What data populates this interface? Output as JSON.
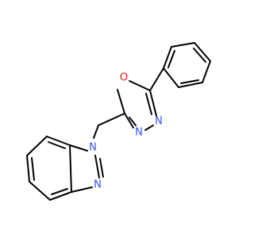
{
  "molecule": {
    "atoms": {
      "o_ring": {
        "label": "O",
        "color": "#ff0d0d"
      },
      "n_oxadiazole_1": {
        "label": "N",
        "color": "#3050f8"
      },
      "n_oxadiazole_2": {
        "label": "N",
        "color": "#3050f8"
      },
      "n_benzimidazole_1": {
        "label": "N",
        "color": "#3050f8"
      },
      "n_benzimidazole_3": {
        "label": "N",
        "color": "#3050f8"
      }
    },
    "bond_color": "#000000"
  }
}
